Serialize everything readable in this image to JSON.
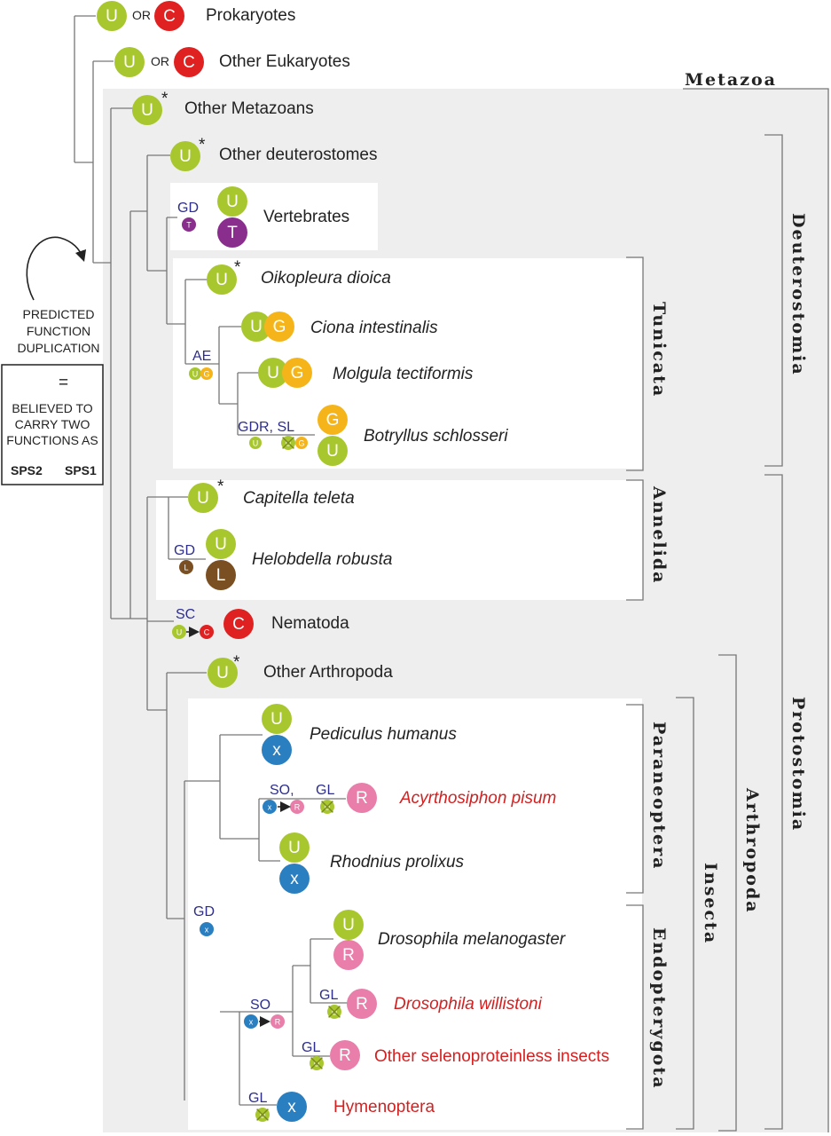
{
  "colors": {
    "U": "#a8c72e",
    "C": "#e02121",
    "T": "#8a2e8e",
    "G": "#f5b51a",
    "L": "#7a4f22",
    "R": "#e87ea9",
    "x": "#2a7fc1",
    "tree": "#777777",
    "event": "#2e2e8a"
  },
  "header": {
    "or1": "OR",
    "or2": "OR",
    "metazoa": "Metazoa"
  },
  "taxa": {
    "prokaryotes": "Prokaryotes",
    "other_eukaryotes": "Other Eukaryotes",
    "other_metazoans": "Other Metazoans",
    "other_deuterostomes": "Other deuterostomes",
    "vertebrates": "Vertebrates",
    "oikopleura": "Oikopleura dioica",
    "ciona": "Ciona intestinalis",
    "molgula": "Molgula tectiformis",
    "botryllus": "Botryllus schlosseri",
    "capitella": "Capitella teleta",
    "helobdella": "Helobdella robusta",
    "nematoda": "Nematoda",
    "other_arthropoda": "Other Arthropoda",
    "pediculus": "Pediculus humanus",
    "acyrthosiphon": "Acyrthosiphon pisum",
    "rhodnius": "Rhodnius prolixus",
    "drosophila_mel": "Drosophila melanogaster",
    "drosophila_wil": "Drosophila willistoni",
    "other_selenoproteinless": "Other selenoproteinless insects",
    "hymenoptera": "Hymenoptera"
  },
  "events": {
    "vert_gd": "GD",
    "tun_ae": "AE",
    "bot_gdr": "GDR, SL",
    "hel_gd": "GD",
    "nem_sc": "SC",
    "ins_gd": "GD",
    "acy_so": "SO,",
    "acy_gl": "GL",
    "dro_gl": "GL",
    "endo_so": "SO",
    "sel_gl": "GL",
    "hym_gl": "GL"
  },
  "clades": {
    "deuterostomia": "Deuterostomia",
    "tunicata": "Tunicata",
    "annelida": "Annelida",
    "protostomia": "Protostomia",
    "arthropoda": "Arthropoda",
    "insecta": "Insecta",
    "paraneoptera": "Paraneoptera",
    "endopterygota": "Endopterygota"
  },
  "legend": {
    "predicted_line1": "PREDICTED",
    "predicted_line2": "FUNCTION",
    "predicted_line3": "DUPLICATION",
    "equals": "=",
    "believed_line1": "BELIEVED TO",
    "believed_line2": "CARRY TWO",
    "believed_line3": "FUNCTIONS AS",
    "sps2": "SPS2",
    "sps1": "SPS1"
  },
  "icons": {
    "arrow": "curved-arrow-icon",
    "loss": "cross-mark-icon"
  }
}
